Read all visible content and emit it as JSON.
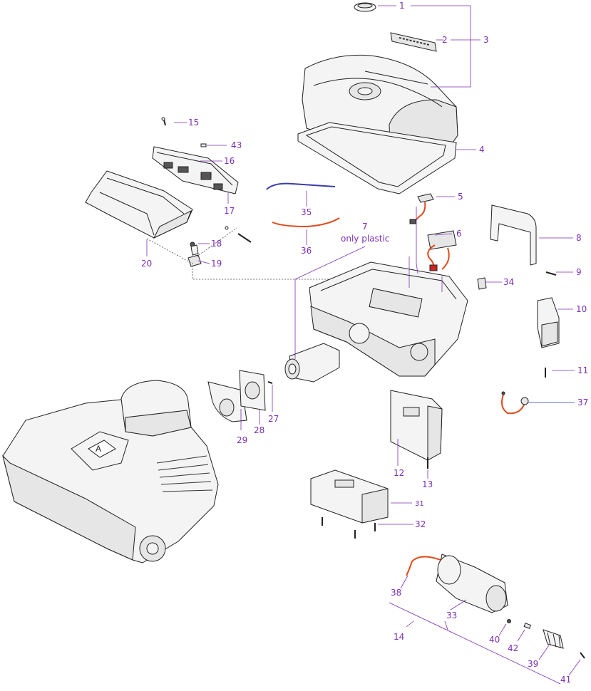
{
  "colors": {
    "label": "#7b2fb5",
    "leader": "#7b2fb5",
    "leader_blue": "#2a3aa8",
    "wire_blue": "#3b3bb0",
    "wire_red": "#e04a1a"
  },
  "callouts": {
    "n1": "1",
    "n2": "2",
    "n3": "3",
    "n4": "4",
    "n5": "5",
    "n6": "6",
    "n7": "7",
    "n7_note": "only plastic",
    "n8": "8",
    "n9": "9",
    "n10": "10",
    "n11": "11",
    "n12": "12",
    "n13": "13",
    "n14": "14",
    "n15": "15",
    "n16": "16",
    "n17": "17",
    "n18": "18",
    "n19": "19",
    "n20": "20",
    "n27": "27",
    "n28": "28",
    "n29": "29",
    "n31": "31",
    "n32": "32",
    "n33": "33",
    "n34": "34",
    "n35": "35",
    "n36": "36",
    "n37": "37",
    "n38": "38",
    "n39": "39",
    "n40": "40",
    "n41": "41",
    "n42": "42",
    "n43": "43"
  }
}
